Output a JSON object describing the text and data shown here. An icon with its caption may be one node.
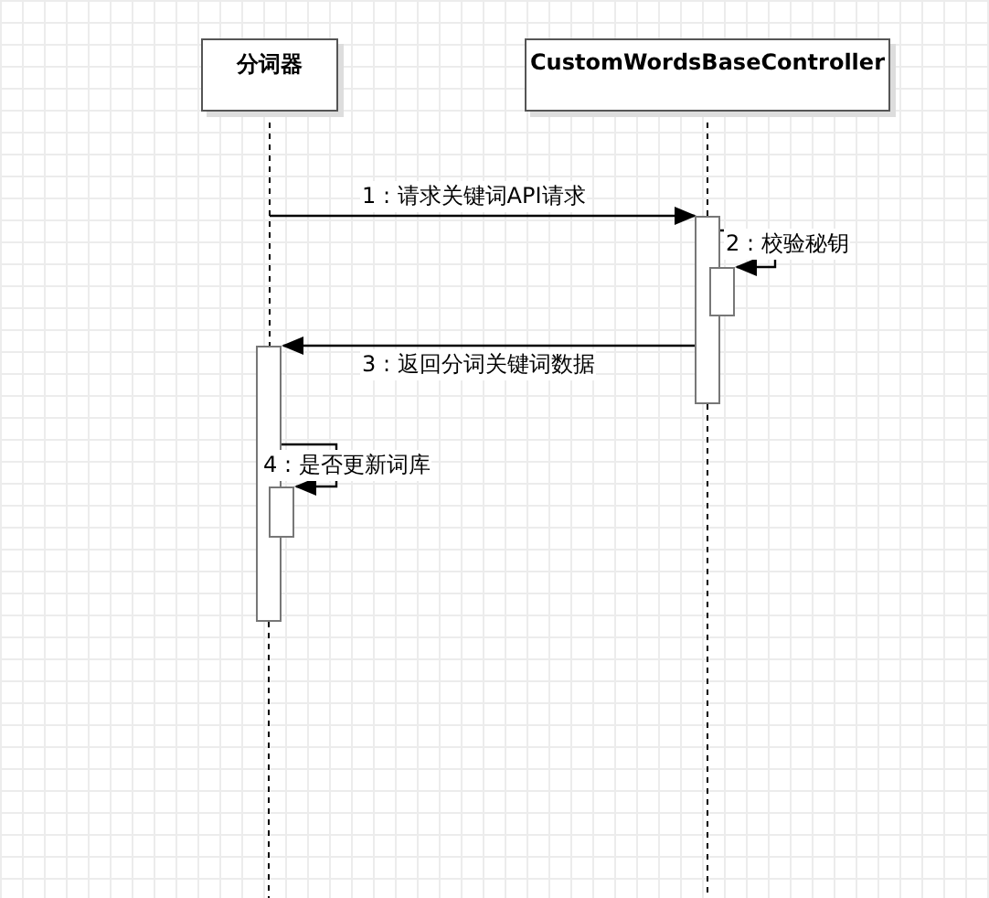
{
  "diagram": {
    "nodes": [
      {
        "text": [
          "分词器"
        ]
      },
      {
        "text": [
          "CustomWordsBaseController"
        ]
      },
      {
        "text": [],
        "shape": "bar"
      },
      {
        "text": [],
        "shape": "bar"
      },
      {
        "text": [],
        "shape": "bar"
      },
      {
        "text": [],
        "shape": "bar"
      }
    ],
    "edges": [
      {
        "from": 0,
        "to": 4,
        "arrow": "none",
        "style": "dashed"
      },
      {
        "from": 1,
        "to": 2,
        "arrow": "none",
        "style": "dashed"
      },
      {
        "from": 0,
        "to": 2,
        "arrow": "to",
        "label": "1 : 请求关键词API请求"
      },
      {
        "from": 2,
        "to": 3,
        "arrow": "to",
        "label": "2 : 校验秘钥"
      },
      {
        "from": 2,
        "to": 4,
        "arrow": "to",
        "label": "3 : 返回分词关键词数据"
      },
      {
        "from": 4,
        "to": 5,
        "arrow": "to",
        "label": "4 : 是否更新词库"
      }
    ]
  }
}
